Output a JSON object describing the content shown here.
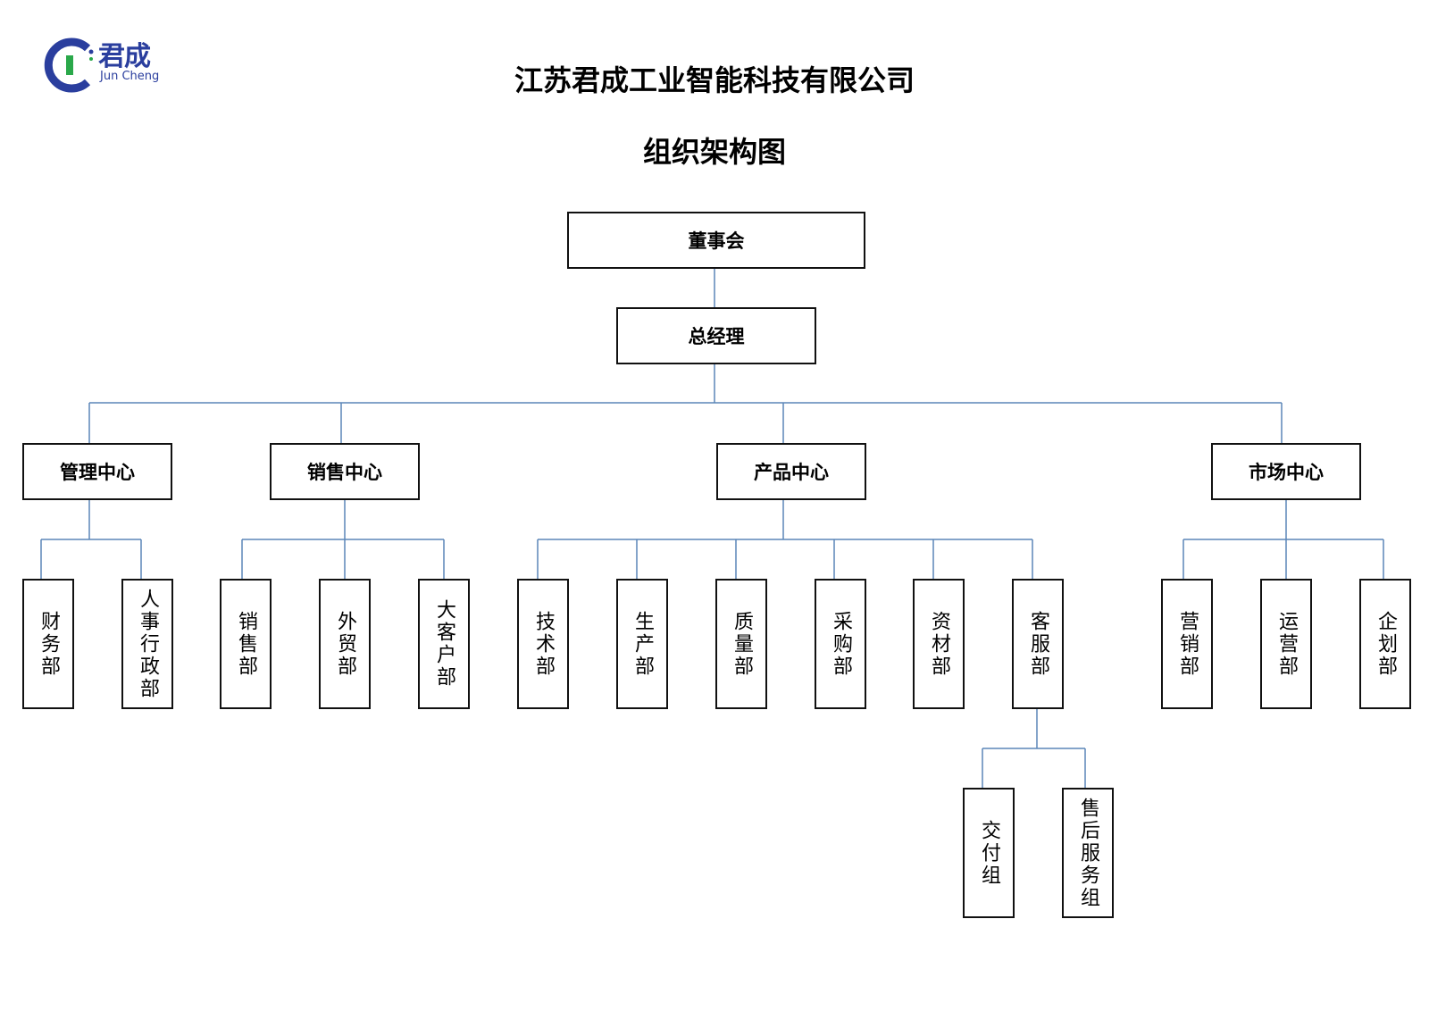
{
  "logo": {
    "name_zh": "君成",
    "name_en": "Jun Cheng",
    "color": "#2a3e9e",
    "accent": "#2aa84a"
  },
  "header": {
    "company": "江苏君成工业智能科技有限公司",
    "chart_title": "组织架构图"
  },
  "colors": {
    "line": "#5b86b8",
    "border": "#111111"
  },
  "org": {
    "board": "董事会",
    "gm": "总经理",
    "centers": {
      "management": {
        "label": "管理中心",
        "departments": [
          "财务部",
          "人事行政部"
        ]
      },
      "sales": {
        "label": "销售中心",
        "departments": [
          "销售部",
          "外贸部",
          "大客户部"
        ]
      },
      "product": {
        "label": "产品中心",
        "departments": [
          "技术部",
          "生产部",
          "质量部",
          "采购部",
          "资材部",
          "客服部"
        ]
      },
      "market": {
        "label": "市场中心",
        "departments": [
          "营销部",
          "运营部",
          "企划部"
        ]
      }
    },
    "service_groups": [
      "交付组",
      "售后服务组"
    ]
  }
}
